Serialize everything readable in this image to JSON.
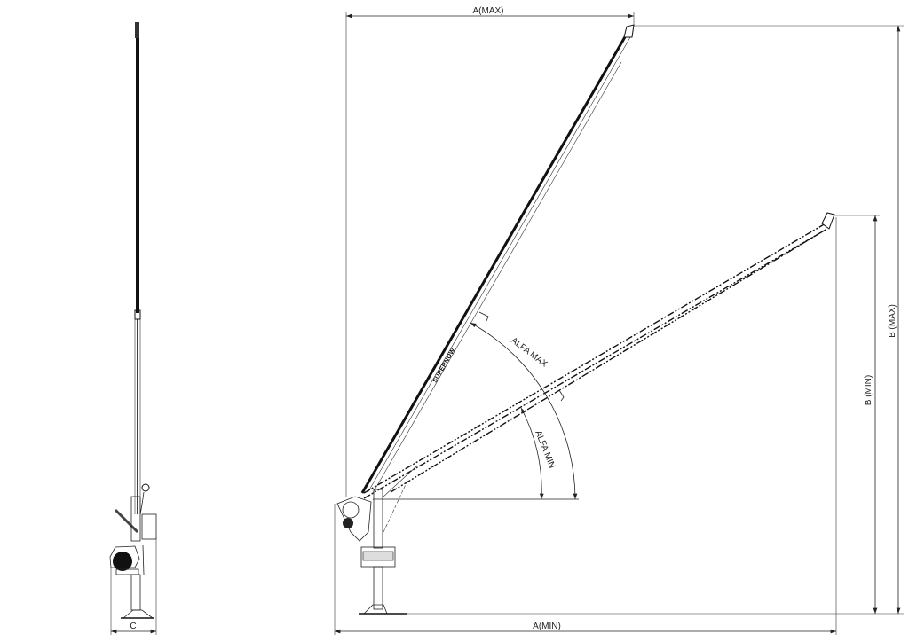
{
  "dimensions": {
    "a_max": "A(MAX)",
    "a_min": "A(MIN)",
    "b_max": "B (MAX)",
    "b_min": "B (MIN)",
    "c": "C",
    "alfa_max": "ALFA MAX",
    "alfa_min": "ALFA MIN"
  },
  "brand_logo_text": "SUPERNOW"
}
